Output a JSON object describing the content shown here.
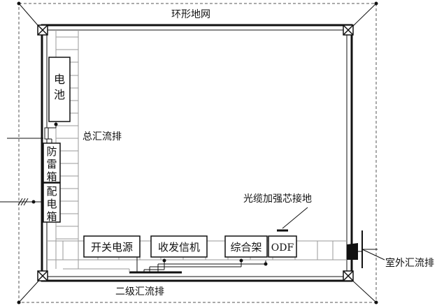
{
  "labels": {
    "ring_ground": "环形地网",
    "main_busbar": "总汇流排",
    "secondary_busbar": "二级汇流排",
    "fiber_strength_ground": "光缆加强芯接地",
    "outdoor_busbar": "室外汇流排"
  },
  "equipment": {
    "battery": [
      "电",
      "池"
    ],
    "lightning_box": [
      "防",
      "雷",
      "箱"
    ],
    "power_dist_box": [
      "配",
      "电",
      "箱"
    ],
    "switch_power": "开关电源",
    "transceiver": "收发信机",
    "integrated_rack": "综合架",
    "odf": "ODF"
  },
  "colors": {
    "line": "#111111",
    "dash": "#555555",
    "tray": "#9a9a9a"
  }
}
